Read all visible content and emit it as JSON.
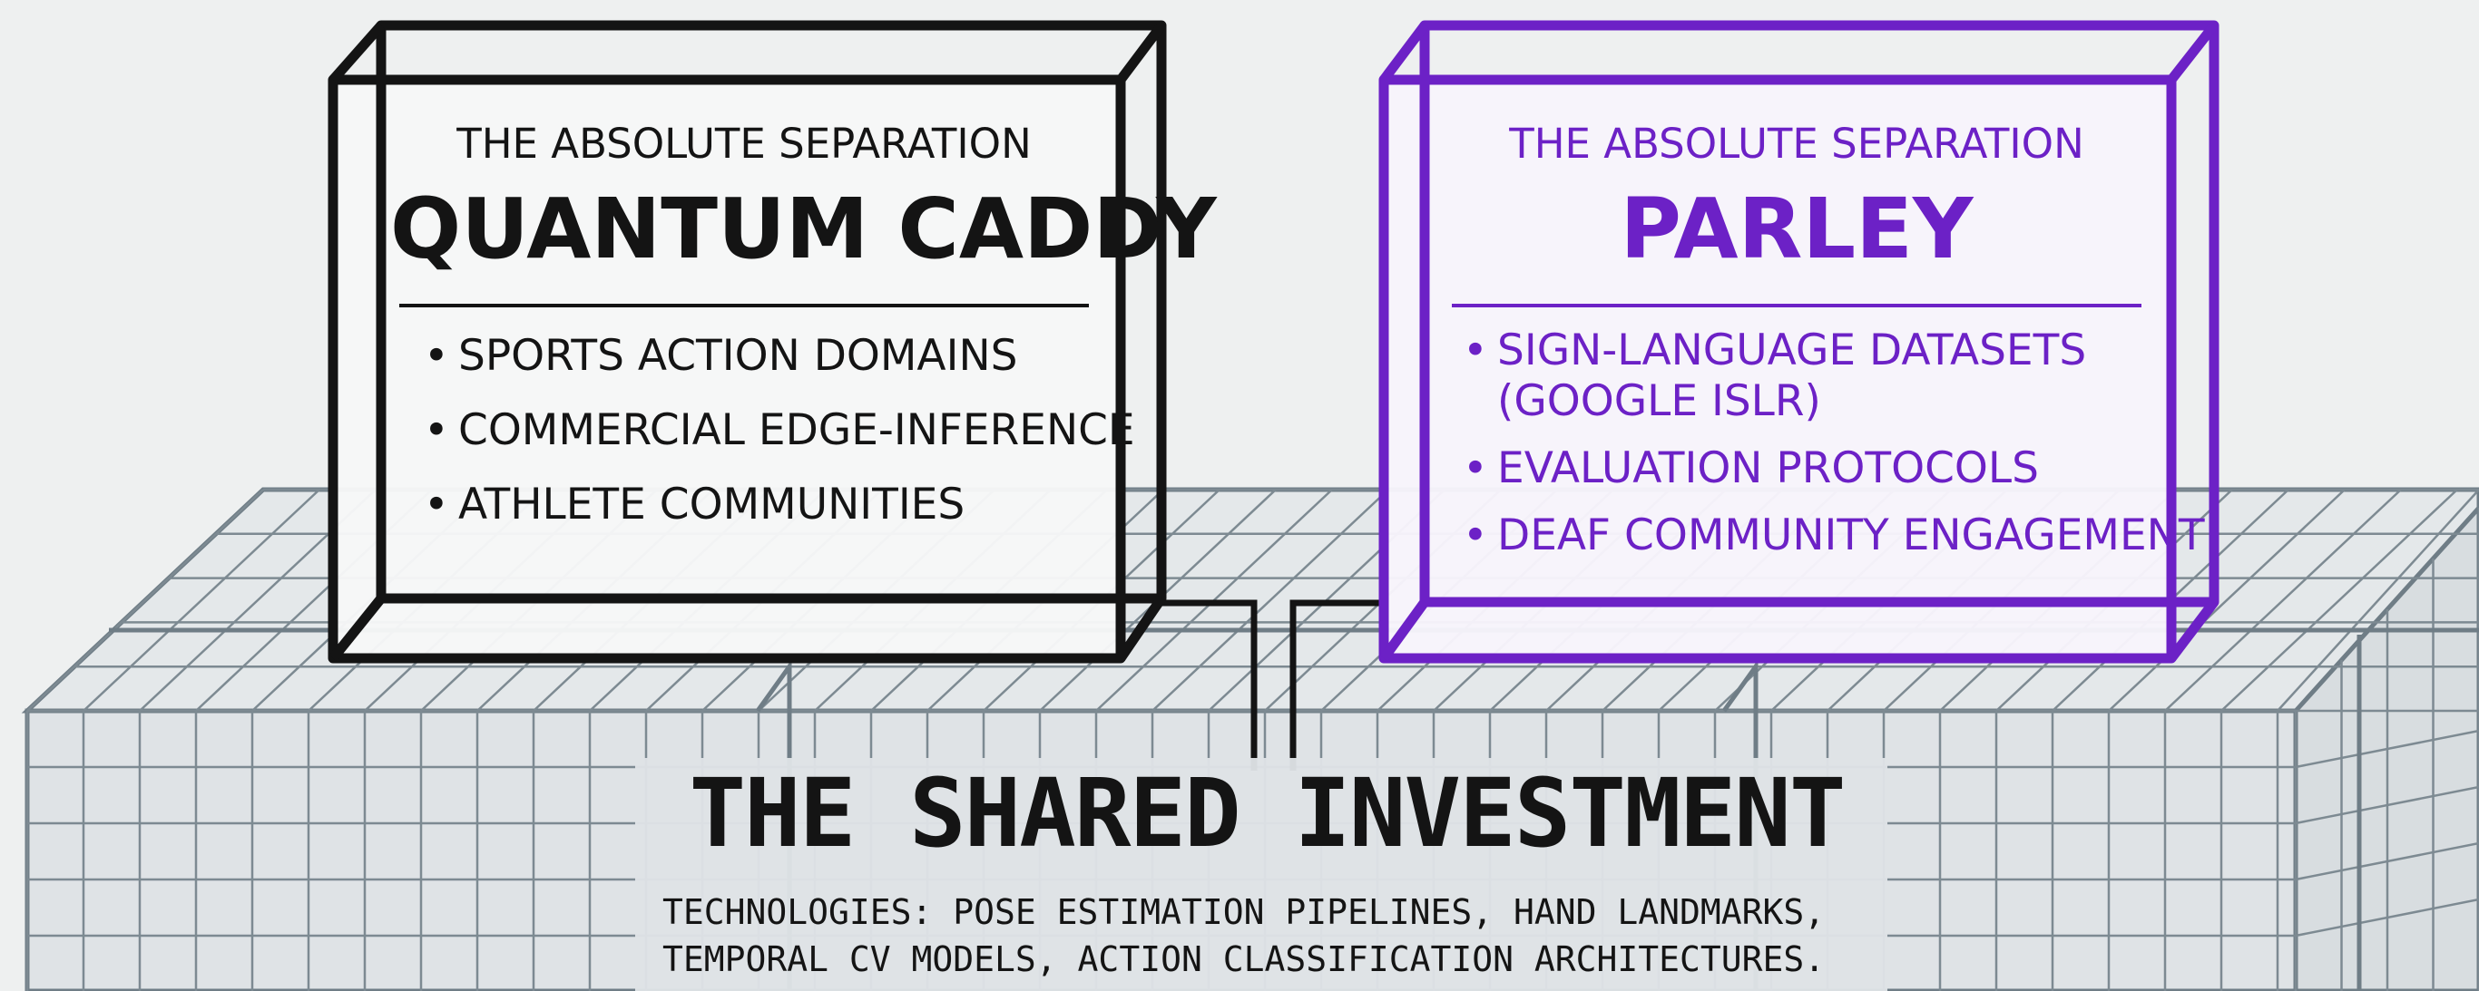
{
  "colors": {
    "background": "#eef0f0",
    "slab_fill": "#dfe3e6",
    "slab_grid": "#6f7d86",
    "left_accent": "#141414",
    "right_accent": "#6c21c6"
  },
  "left_card": {
    "eyebrow": "THE ABSOLUTE SEPARATION",
    "title": "QUANTUM CADDY",
    "items": [
      "SPORTS ACTION DOMAINS",
      "COMMERCIAL EDGE-INFERENCE",
      "ATHLETE COMMUNITIES"
    ]
  },
  "right_card": {
    "eyebrow": "THE ABSOLUTE SEPARATION",
    "title": "PARLEY",
    "items": [
      "SIGN-LANGUAGE DATASETS\n(GOOGLE ISLR)",
      "EVALUATION PROTOCOLS",
      "DEAF COMMUNITY ENGAGEMENT"
    ]
  },
  "foundation": {
    "title": "THE SHARED INVESTMENT",
    "description": "TECHNOLOGIES: POSE ESTIMATION PIPELINES, HAND LANDMARKS,\nTEMPORAL CV MODELS, ACTION CLASSIFICATION ARCHITECTURES."
  }
}
